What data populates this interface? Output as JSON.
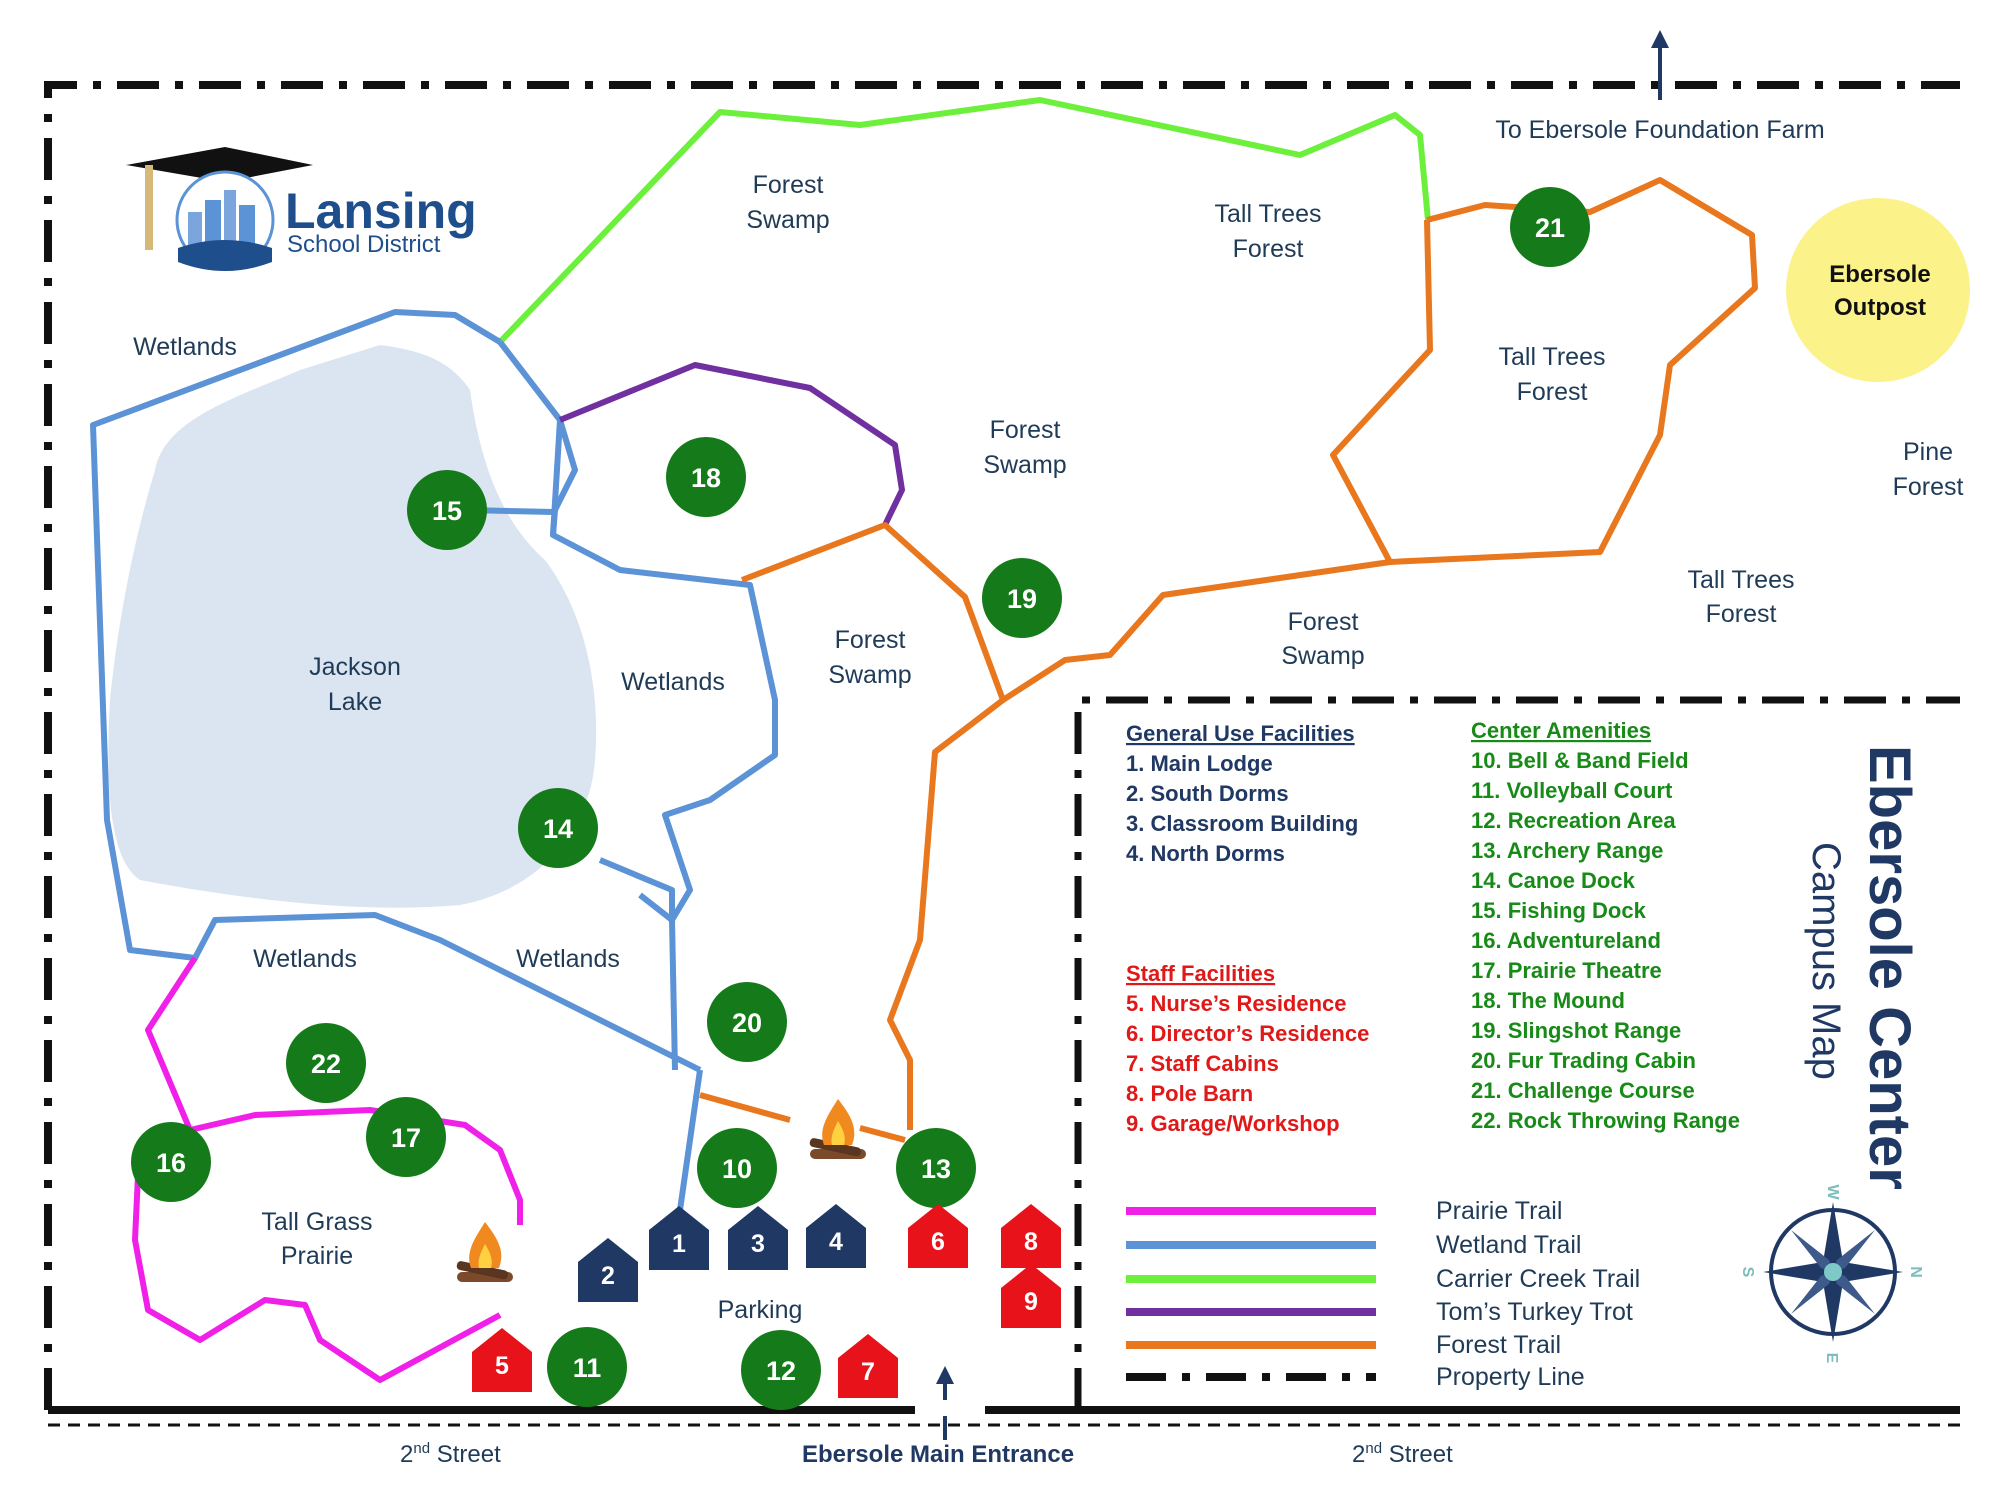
{
  "logo": {
    "name": "Lansing",
    "subtitle": "School District"
  },
  "north_link": "To Ebersole Foundation Farm",
  "outpost": {
    "line1": "Ebersole",
    "line2": "Outpost"
  },
  "title": {
    "main": "Ebersole Center",
    "sub": "Campus Map"
  },
  "areas": {
    "wetlands_nw": "Wetlands",
    "forest_swamp_top": [
      "Forest",
      "Swamp"
    ],
    "tall_trees_top": [
      "Tall Trees",
      "Forest"
    ],
    "tall_trees_ne": [
      "Tall Trees",
      "Forest"
    ],
    "forest_swamp_mid": [
      "Forest",
      "Swamp"
    ],
    "pine_forest": [
      "Pine",
      "Forest"
    ],
    "tall_trees_east": [
      "Tall Trees",
      "Forest"
    ],
    "forest_swamp_se": [
      "Forest",
      "Swamp"
    ],
    "forest_swamp_center": [
      "Forest",
      "Swamp"
    ],
    "jackson_lake": [
      "Jackson",
      "Lake"
    ],
    "wetlands_center": "Wetlands",
    "wetlands_sw": "Wetlands",
    "wetlands_south": "Wetlands",
    "tall_grass": [
      "Tall Grass",
      "Prairie"
    ],
    "parking": "Parking"
  },
  "streets": {
    "left_prefix": "2",
    "left_sup": "nd",
    "left_rest": " Street",
    "right_prefix": "2",
    "right_sup": "nd",
    "right_rest": " Street",
    "entrance": "Ebersole Main Entrance"
  },
  "amenity_pins": [
    "10",
    "11",
    "12",
    "13",
    "14",
    "15",
    "16",
    "17",
    "18",
    "19",
    "20",
    "21",
    "22"
  ],
  "buildings": [
    "1",
    "2",
    "3",
    "4",
    "5",
    "6",
    "7",
    "8",
    "9"
  ],
  "legend": {
    "general": {
      "heading": "General Use Facilities",
      "items": [
        "1.  Main Lodge",
        "2.  South Dorms",
        "3.  Classroom Building",
        "4.  North Dorms"
      ]
    },
    "staff": {
      "heading": "Staff Facilities",
      "items": [
        "5.  Nurse’s Residence",
        "6.  Director’s Residence",
        "7.  Staff Cabins",
        "8.  Pole Barn",
        "9.  Garage/Workshop"
      ]
    },
    "amenities": {
      "heading": "Center Amenities",
      "items": [
        "10.  Bell & Band Field",
        "11.  Volleyball Court",
        "12.  Recreation Area",
        "13.  Archery Range",
        "14.  Canoe Dock",
        "15.  Fishing Dock",
        "16.  Adventureland",
        "17.  Prairie Theatre",
        "18.  The Mound",
        "19.  Slingshot Range",
        "20.  Fur Trading Cabin",
        "21.  Challenge Course",
        "22.  Rock Throwing Range"
      ]
    },
    "trails": [
      "Prairie Trail",
      "Wetland Trail",
      "Carrier Creek Trail",
      "Tom’s Turkey Trot",
      "Forest Trail",
      "Property Line"
    ]
  },
  "compass": {
    "top": "W",
    "right": "N",
    "bottom": "E",
    "left": "S"
  },
  "colors": {
    "prairie": "#f020e8",
    "wetland": "#5b93d6",
    "carrier": "#6cf03c",
    "turkey": "#7030a0",
    "forest": "#e8771e",
    "green_pin": "#157a1a",
    "navy": "#1f3864",
    "staff_red": "#e8121a",
    "lake": "#dbe5f1",
    "outpost": "#fbf28a",
    "amenity_text": "#178a17",
    "staff_text": "#e01818"
  }
}
